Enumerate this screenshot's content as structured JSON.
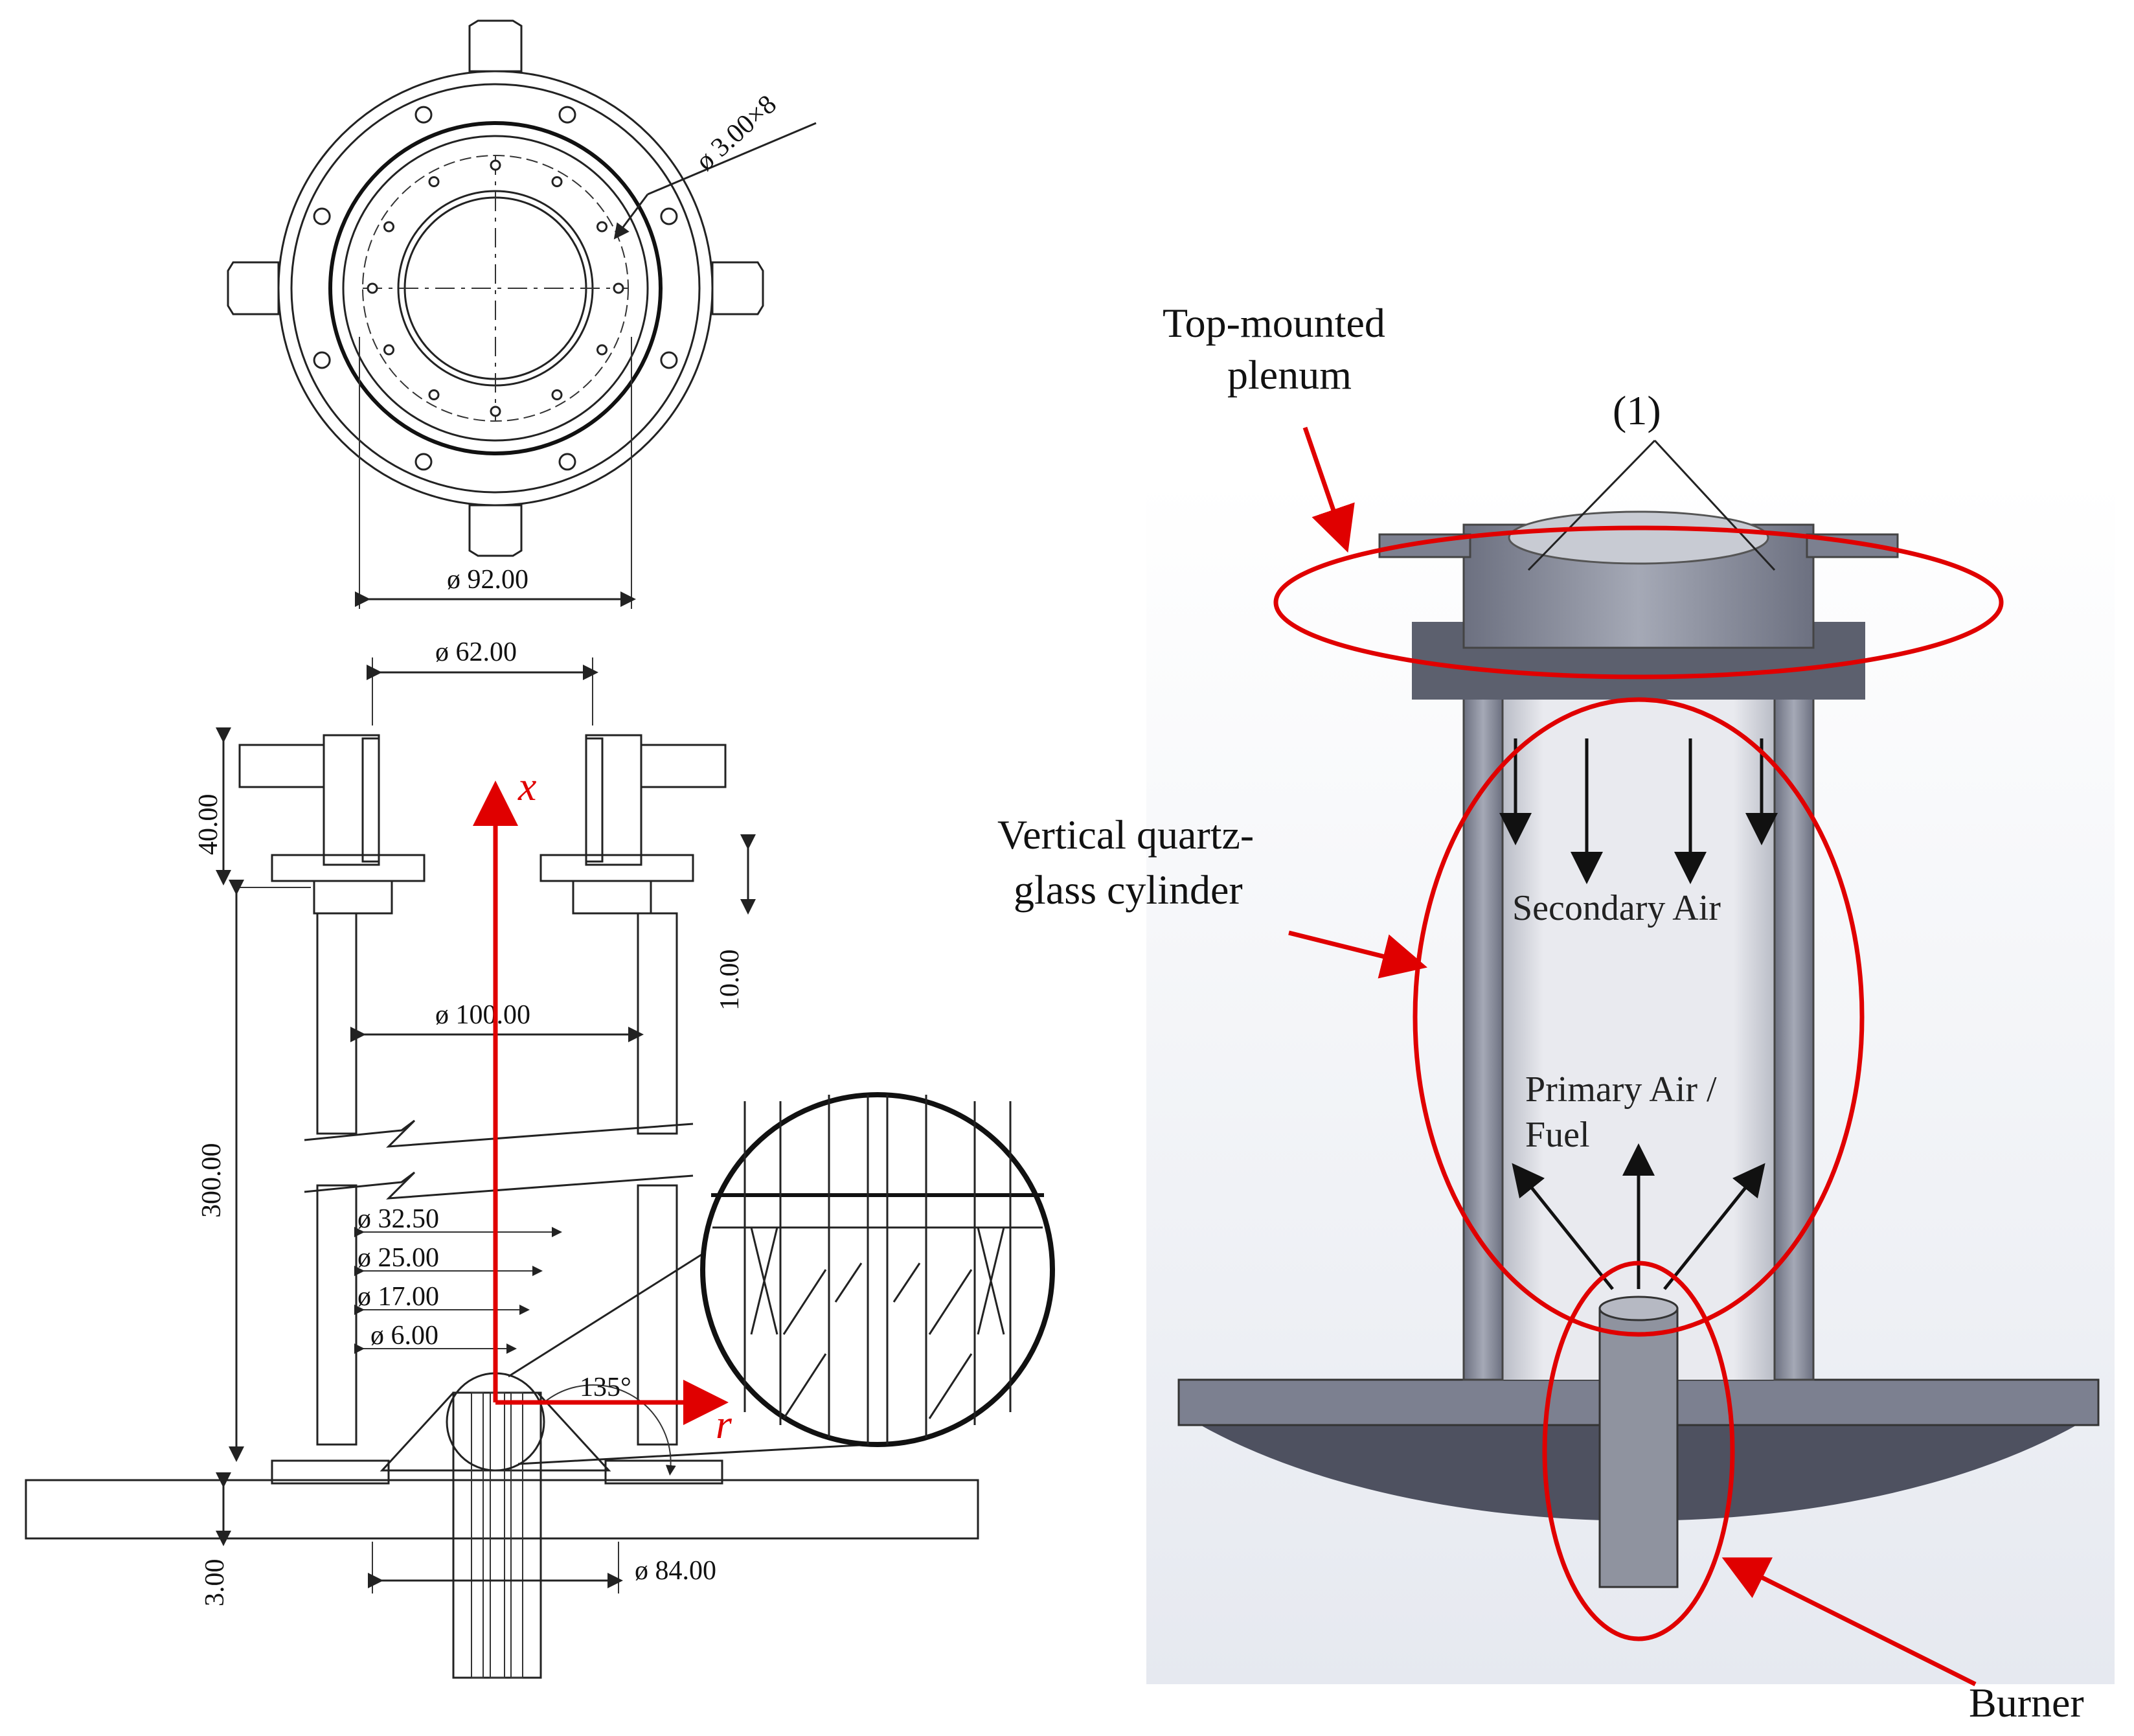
{
  "drawing": {
    "top_view": {
      "hole_callout": "ø 3.00×8",
      "outer_dia": "ø 92.00"
    },
    "section_view": {
      "top_dia": "ø 62.00",
      "height_top": "40.00",
      "gap": "10.00",
      "inner_dia": "ø 100.00",
      "height_main": "300.00",
      "dia_1": "ø 32.50",
      "dia_2": "ø 25.00",
      "dia_3": "ø 17.00",
      "dia_4": "ø 6.00",
      "angle": "135°",
      "base_thk": "3.00",
      "base_dia": "ø 84.00",
      "axis_x": "x",
      "axis_r": "r"
    }
  },
  "render": {
    "label_plenum_1": "Top-mounted",
    "label_plenum_2": "plenum",
    "label_marker": "(1)",
    "label_cylinder_1": "Vertical quartz-",
    "label_cylinder_2": "glass cylinder",
    "flow_secondary": "Secondary Air",
    "flow_primary_1": "Primary Air /",
    "flow_primary_2": "Fuel",
    "label_burner": "Burner"
  },
  "colors": {
    "highlight": "#e00000",
    "metal": "#7c8090",
    "base_plate": "#4e5160",
    "glass": "#e4e6ec"
  }
}
